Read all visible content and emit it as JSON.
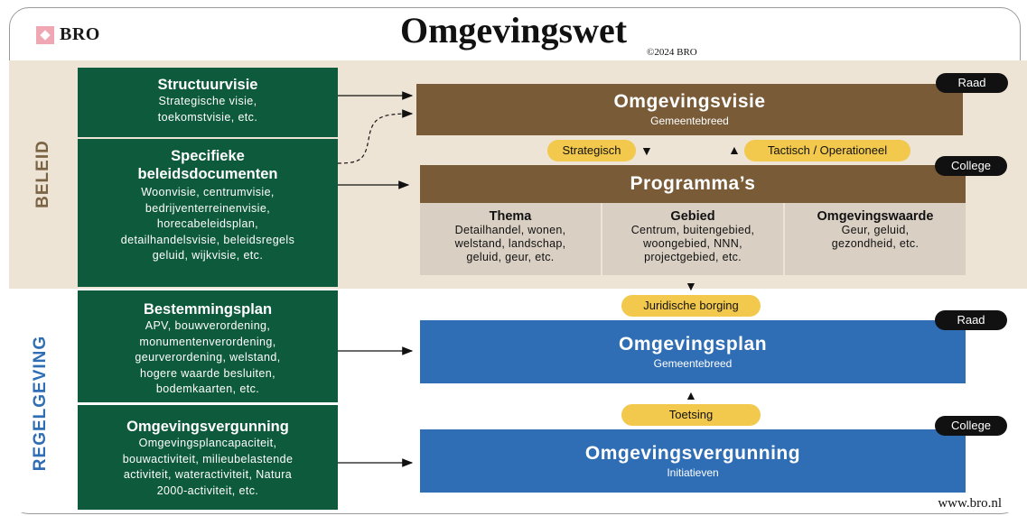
{
  "header": {
    "brand": "BRO",
    "title": "Omgevingswet",
    "copyright": "©2024 BRO"
  },
  "footer": {
    "url": "www.bro.nl"
  },
  "sections": {
    "beleid": "BELEID",
    "regelgeving": "REGELGEVING"
  },
  "left_boxes": [
    {
      "title": "Structuurvisie",
      "body": [
        "Strategische visie,",
        "toekomstvisie, etc."
      ]
    },
    {
      "title": "Specifieke beleidsdocumenten",
      "body": [
        "Woonvisie, centrumvisie,",
        "bedrijventerreinenvisie,",
        "horecabeleidsplan,",
        "detailhandelsvisie, beleidsregels",
        "geluid, wijkvisie, etc."
      ]
    },
    {
      "title": "Bestemmingsplan",
      "body": [
        "APV, bouwverordening,",
        "monumentenverordening,",
        "geurverordening, welstand,",
        "hogere waarde besluiten,",
        "bodemkaarten, etc."
      ]
    },
    {
      "title": "Omgevingsvergunning",
      "body": [
        "Omgevingsplancapaciteit,",
        "bouwactiviteit, milieubelastende",
        "activiteit, wateractiviteit, Natura",
        "2000-activiteit, etc."
      ]
    }
  ],
  "omgevingsvisie": {
    "title": "Omgevingsvisie",
    "subtitle": "Gemeentebreed",
    "badge": "Raad"
  },
  "programmas": {
    "title": "Programma’s",
    "badge": "College",
    "columns": [
      {
        "title": "Thema",
        "body": [
          "Detailhandel, wonen,",
          "welstand, landschap,",
          "geluid, geur, etc."
        ]
      },
      {
        "title": "Gebied",
        "body": [
          "Centrum, buitengebied,",
          "woongebied, NNN,",
          "projectgebied, etc."
        ]
      },
      {
        "title": "Omgevingswaarde",
        "body": [
          "Geur, geluid,",
          "gezondheid, etc."
        ]
      }
    ]
  },
  "pills": {
    "strategisch": "Strategisch",
    "tactisch": "Tactisch / Operationeel",
    "juridisch": "Juridische borging",
    "toetsing": "Toetsing"
  },
  "omgevingsplan": {
    "title": "Omgevingsplan",
    "subtitle": "Gemeentebreed",
    "badge": "Raad"
  },
  "omgevingsvergunning": {
    "title": "Omgevingsvergunning",
    "subtitle": "Initiatieven",
    "badge": "College"
  },
  "colors": {
    "green": "#0e5a3c",
    "brown": "#7a5b38",
    "blue": "#2f6eb5",
    "yellow": "#f2c94c",
    "beige": "#ede4d6",
    "grey": "#d9cfc3"
  }
}
